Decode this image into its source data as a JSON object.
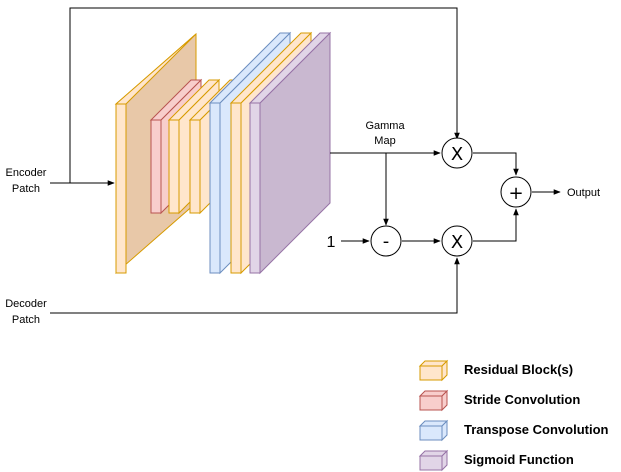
{
  "labels": {
    "encoder_line1": "Encoder",
    "encoder_line2": "Patch",
    "decoder_line1": "Decoder",
    "decoder_line2": "Patch",
    "gamma_line1": "Gamma",
    "gamma_line2": "Map",
    "output": "Output",
    "one": "1"
  },
  "operators": {
    "multiply": "X",
    "subtract": "-",
    "add": "+"
  },
  "legend": [
    {
      "label": "Residual Block(s)",
      "fill": "#ffe6cc",
      "stroke": "#d79b00"
    },
    {
      "label": "Stride Convolution",
      "fill": "#f8cecc",
      "stroke": "#b85450"
    },
    {
      "label": "Transpose Convolution",
      "fill": "#dae8fc",
      "stroke": "#6c8ebf"
    },
    {
      "label": "Sigmoid Function",
      "fill": "#e1d5e7",
      "stroke": "#9673a6"
    }
  ],
  "colors": {
    "residual_fill": "#ffe6cc",
    "residual_stroke": "#d79b00",
    "residual_big_side": "#e8c8a8",
    "stride_fill": "#f8cecc",
    "stride_stroke": "#b85450",
    "transpose_fill": "#dae8fc",
    "transpose_stroke": "#6c8ebf",
    "sigmoid_fill": "#e1d5e7",
    "sigmoid_side": "#c9b8d0",
    "sigmoid_stroke": "#9673a6"
  }
}
